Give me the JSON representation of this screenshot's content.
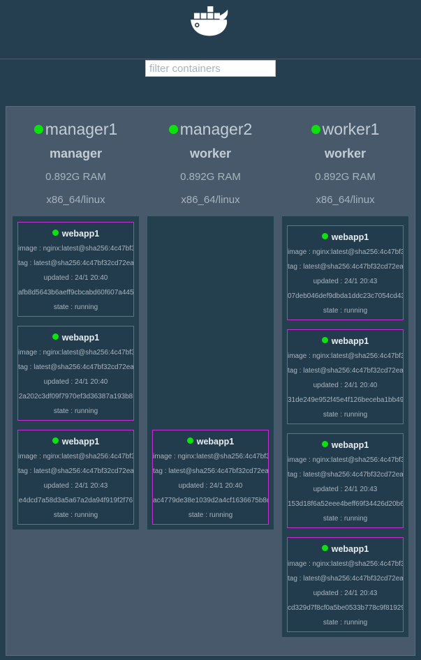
{
  "header": {
    "logo_icon": "docker-whale-logo"
  },
  "filter": {
    "placeholder": "filter containers"
  },
  "colors": {
    "page_bg": "#253f51",
    "panel_bg": "#47596b",
    "task_box_bg": "#24404f",
    "card_bg": "#233c4d",
    "card_border": "#ca2ed8",
    "status_green": "#0ce20c",
    "text_light": "#c3cdd5",
    "text_dim": "#a8b4be"
  },
  "nodes": [
    {
      "name": "manager1",
      "role": "manager",
      "ram": "0.892G RAM",
      "platform": "x86_64/linux",
      "tasks": [
        {
          "name": "webapp1",
          "image_line": "image : nginx:latest@sha256:4c47bf3",
          "tag_line": "tag : latest@sha256:4c47bf32cd72ea",
          "updated_line": "updated : 24/1 20:40",
          "hash": "afb8d5643b6aeff9cbcabd60f607a445",
          "state_line": "state : running"
        },
        {
          "name": "webapp1",
          "image_line": "image : nginx:latest@sha256:4c47bf3",
          "tag_line": "tag : latest@sha256:4c47bf32cd72ea",
          "updated_line": "updated : 24/1 20:40",
          "hash": "2a202c3df09f7970ef3d36387a193b8",
          "state_line": "state : running"
        },
        {
          "name": "webapp1",
          "image_line": "image : nginx:latest@sha256:4c47bf3",
          "tag_line": "tag : latest@sha256:4c47bf32cd72ea",
          "updated_line": "updated : 24/1 20:43",
          "hash": "e4dcd7a58d3a5a67a2da94f919f2f76",
          "state_line": "state : running"
        }
      ]
    },
    {
      "name": "manager2",
      "role": "worker",
      "ram": "0.892G RAM",
      "platform": "x86_64/linux",
      "tasks": [
        {
          "name": "webapp1",
          "image_line": "image : nginx:latest@sha256:4c47bf3",
          "tag_line": "tag : latest@sha256:4c47bf32cd72ea",
          "updated_line": "updated : 24/1 20:40",
          "hash": "ac4779de38e1039d2a4cf1636675b8d",
          "state_line": "state : running"
        }
      ]
    },
    {
      "name": "worker1",
      "role": "worker",
      "ram": "0.892G RAM",
      "platform": "x86_64/linux",
      "tasks": [
        {
          "name": "webapp1",
          "image_line": "image : nginx:latest@sha256:4c47bf3",
          "tag_line": "tag : latest@sha256:4c47bf32cd72ea",
          "updated_line": "updated : 24/1 20:43",
          "hash": "07deb046def9dbda1ddc23c7054cd43",
          "state_line": "state : running"
        },
        {
          "name": "webapp1",
          "image_line": "image : nginx:latest@sha256:4c47bf3",
          "tag_line": "tag : latest@sha256:4c47bf32cd72ea",
          "updated_line": "updated : 24/1 20:40",
          "hash": "31de249e952f45e4f126beceba1bb49",
          "state_line": "state : running"
        },
        {
          "name": "webapp1",
          "image_line": "image : nginx:latest@sha256:4c47bf3",
          "tag_line": "tag : latest@sha256:4c47bf32cd72ea",
          "updated_line": "updated : 24/1 20:43",
          "hash": "153d18f6a52eee4beff69f34426d20b6",
          "state_line": "state : running"
        },
        {
          "name": "webapp1",
          "image_line": "image : nginx:latest@sha256:4c47bf3",
          "tag_line": "tag : latest@sha256:4c47bf32cd72ea",
          "updated_line": "updated : 24/1 20:43",
          "hash": "cd329d7f8cf0a5be0533b778c9f81929",
          "state_line": "state : running"
        }
      ]
    }
  ]
}
